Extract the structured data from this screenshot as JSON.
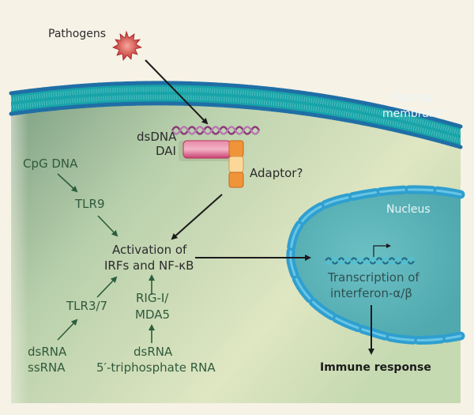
{
  "title": "Cytosolic DNA sensing pathway diagram",
  "labels": {
    "pathogens": "Pathogens",
    "plasma_membrane_line1": "Plasma",
    "plasma_membrane_line2": "membrane",
    "dsdna": "dsDNA",
    "dai": "DAI",
    "adaptor": "Adaptor?",
    "cpg_dna": "CpG DNA",
    "tlr9": "TLR9",
    "activation_line1": "Activation of",
    "activation_line2": "IRFs and NF-κB",
    "tlr37": "TLR3/7",
    "rig_line1": "RIG-I/",
    "rig_line2": "MDA5",
    "dsrna_left": "dsRNA",
    "ssrna": "ssRNA",
    "dsrna_right": "dsRNA",
    "triphosphate_rna": "5′-triphosphate RNA",
    "nucleus": "Nucleus",
    "transcription_line1": "Transcription of",
    "transcription_line2": "interferon-α/β",
    "immune_response": "Immune response"
  },
  "colors": {
    "background": "#f6f2e6",
    "cytoplasm": "#bccfa8",
    "membrane": "#1aa0a8",
    "nucleus_fill": "#5bb5bc",
    "nucleus_envelope": "#3aaed4",
    "pathogen": "#c8383a",
    "dai_protein": "#d85585",
    "adaptor": "#f0983a",
    "dna_strand": "#8a3a7a",
    "green_text": "#2f5a3c"
  }
}
